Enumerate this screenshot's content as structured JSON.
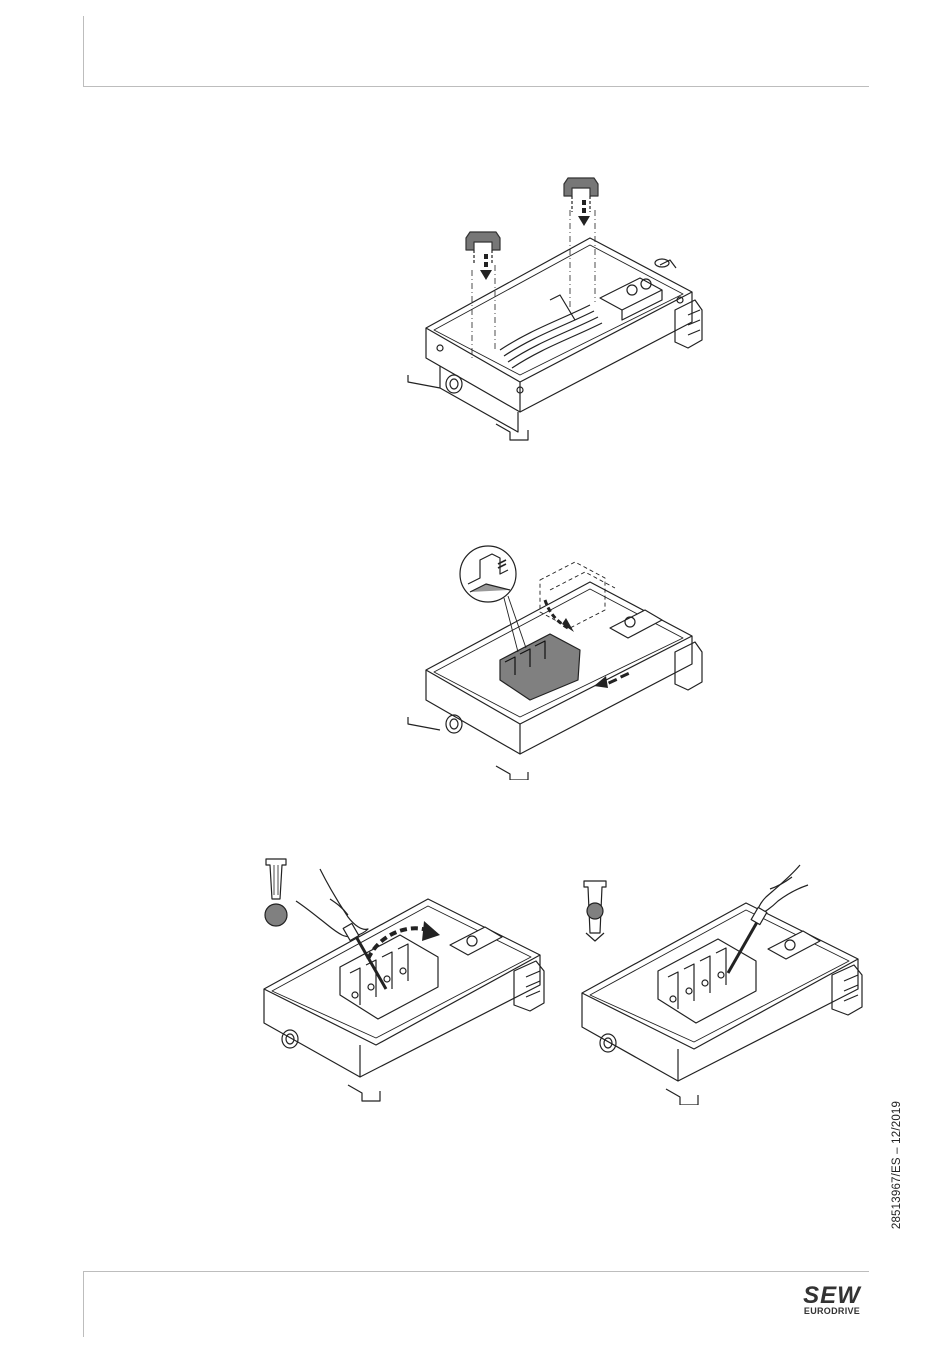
{
  "footer": {
    "document_id": "28513967/ES – 12/2019",
    "logo": {
      "primary": "SEW",
      "secondary": "EURODRIVE"
    }
  },
  "figures": [
    {
      "id": "figure-1",
      "content": "housing-with-cable-clips"
    },
    {
      "id": "figure-2",
      "content": "housing-with-terminal-block-detail"
    },
    {
      "id": "figure-3",
      "content": "screwdriver-lever-open"
    },
    {
      "id": "figure-4",
      "content": "screwdriver-lever-close"
    }
  ],
  "colors": {
    "line": "#222222",
    "rule": "#bdbdbd",
    "shade": "#808080",
    "dark": "#555555"
  }
}
